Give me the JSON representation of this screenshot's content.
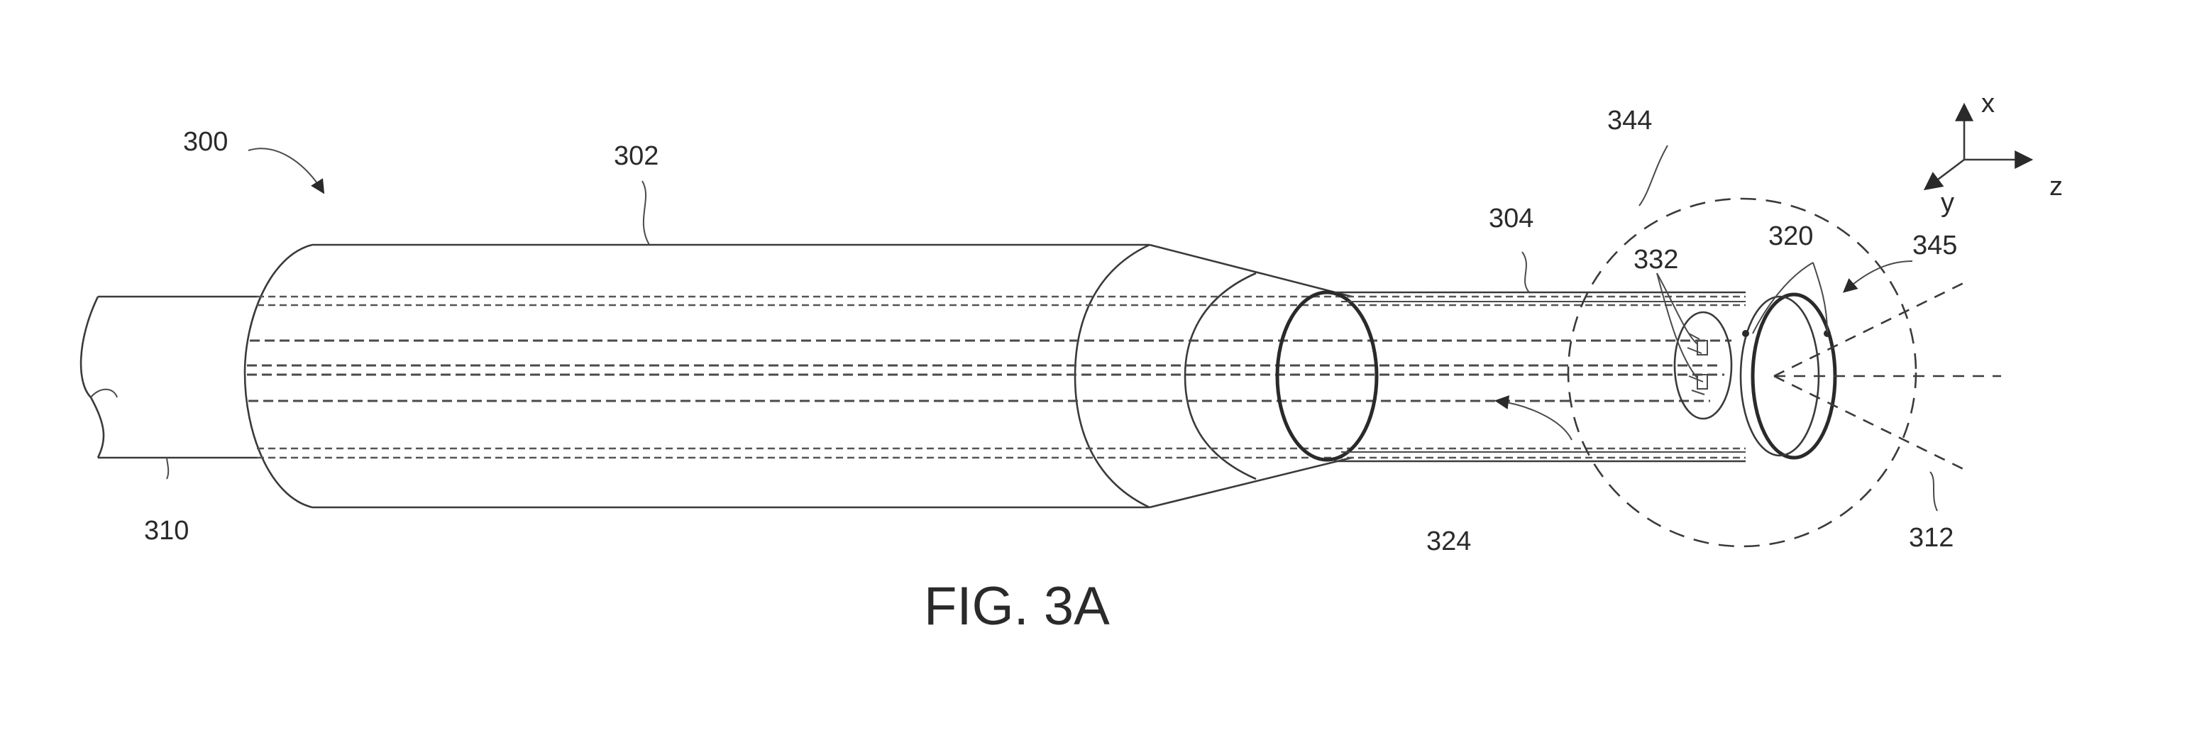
{
  "figure": {
    "caption": "FIG. 3A",
    "labels": {
      "device": "300",
      "handle": "302",
      "shaft": "304",
      "input_cable": "310",
      "output_beam": "312",
      "fibers": "324",
      "lens": "320",
      "fiber_ends": "332",
      "detail_region": "344",
      "beam_arrow": "345"
    },
    "axes": {
      "x": "x",
      "y": "y",
      "z": "z"
    }
  }
}
